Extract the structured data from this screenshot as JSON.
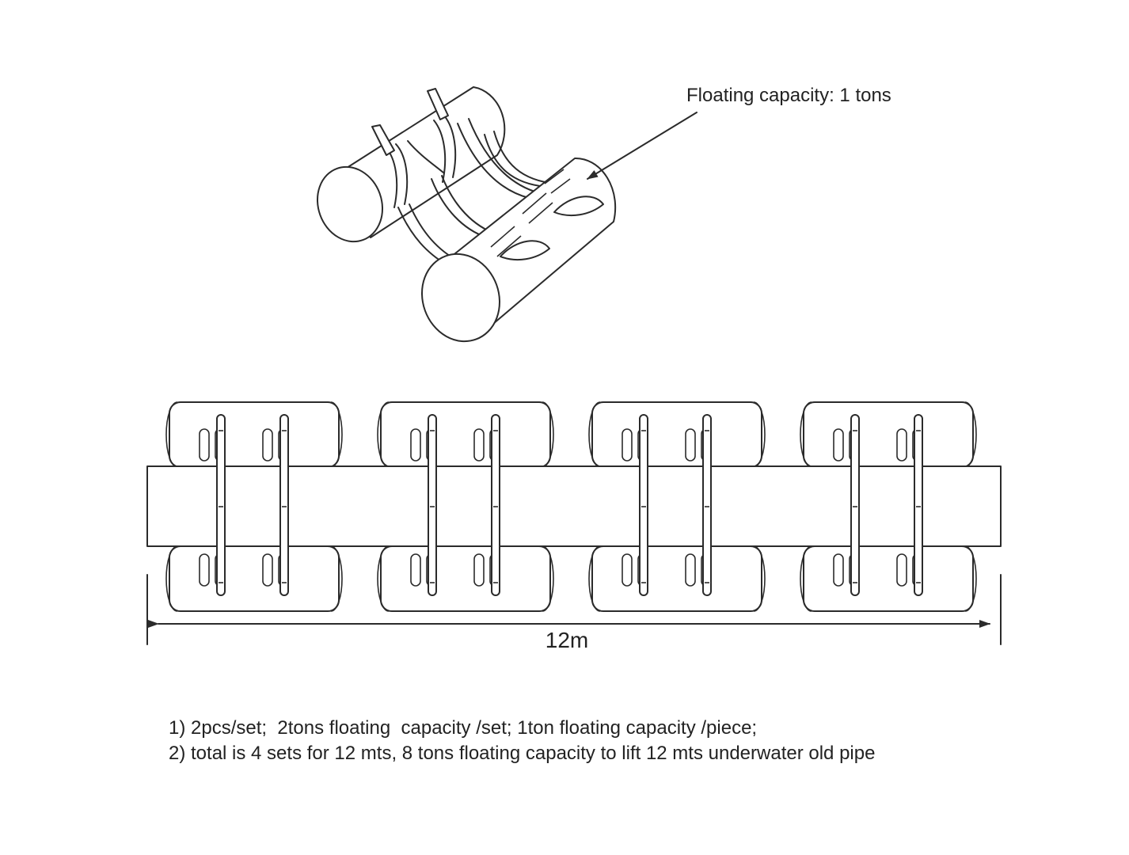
{
  "callout": {
    "text": "Floating capacity: 1 tons"
  },
  "dimension": {
    "text": "12m"
  },
  "pipe": {
    "set_count": 4
  },
  "notes": [
    "1) 2pcs/set;  2tons floating  capacity /set; 1ton floating capacity /piece;",
    "2) total is 4 sets for 12 mts, 8 tons floating capacity to lift 12 mts underwater old pipe"
  ],
  "colors": {
    "stroke": "#2b2b2b",
    "background": "#ffffff",
    "text": "#222222"
  }
}
